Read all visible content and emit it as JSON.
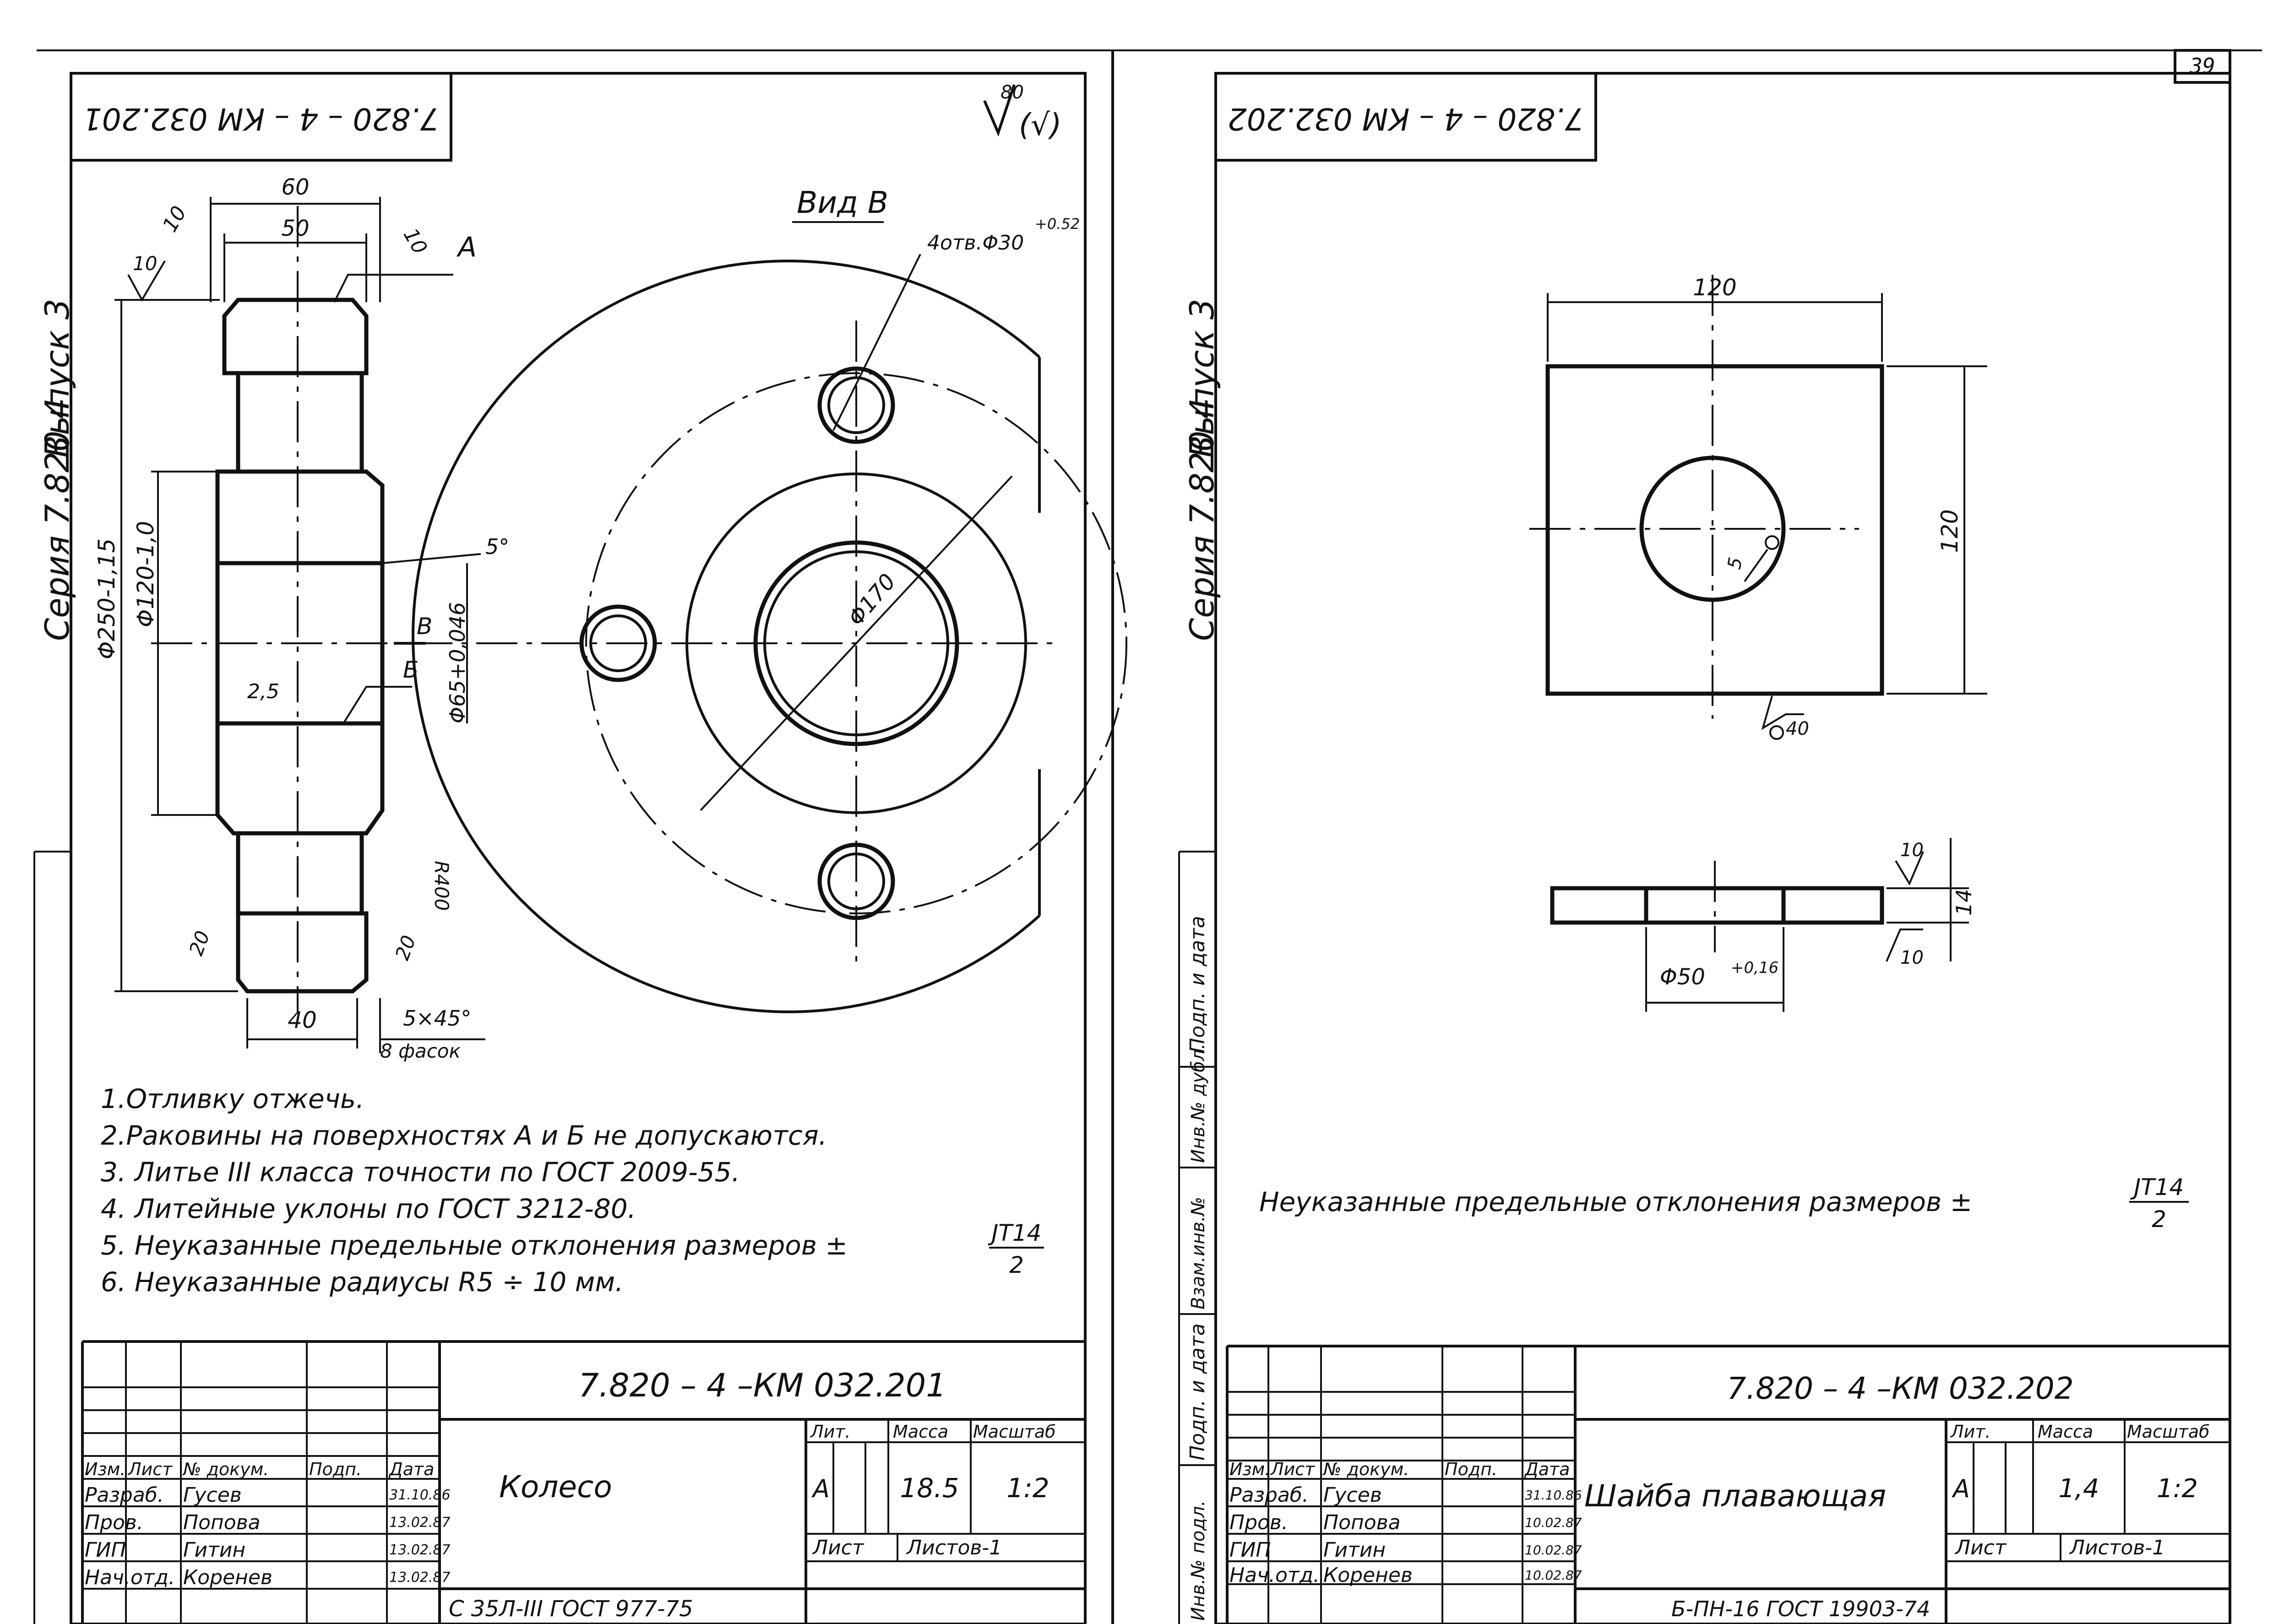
{
  "page_number": "39",
  "left_sheet": {
    "stamp": "7.820 – 4 – КМ 032.201",
    "roughness": "80",
    "roughness_other": "(√)",
    "series_label": "Серия 7.820-4",
    "issue_label": "Выпуск 3",
    "view_label": "Вид В",
    "holes_label": "4отв.Φ30",
    "holes_tol": "+0.52",
    "dims": {
      "d60": "60",
      "d50": "50",
      "r10a": "10",
      "r10b": "10",
      "r10c": "10",
      "lblA": "А",
      "d250": "Φ250-1,15",
      "d120": "Φ120-1,0",
      "ang5": "5°",
      "lblB": "В",
      "lblV": "Б",
      "d65": "Φ65+0,046",
      "r25": "2,5",
      "r20a": "20",
      "r20b": "20",
      "r400": "R400",
      "d40": "40",
      "chamfer": "5×45°",
      "chamfer_note": "8 фасок",
      "d170": "Φ170"
    },
    "notes": [
      "1.Отливку отжечь.",
      "2.Раковины на поверхностях А и Б не допускаются.",
      "3. Литье III класса точности по ГОСТ 2009-55.",
      "4. Литейные уклоны по ГОСТ 3212-80.",
      "5. Неуказанные предельные отклонения размеров ±",
      "6. Неуказанные радиусы R5 ÷ 10 мм."
    ],
    "tol_num": "JT14",
    "tol_den": "2",
    "title_block": {
      "doc_code": "7.820 – 4 –КМ 032.201",
      "part_name": "Колесо",
      "headers": [
        "Изм.",
        "Лист",
        "№ докум.",
        "Подп.",
        "Дата"
      ],
      "rows": [
        {
          "role": "Разраб.",
          "name": "Гусев",
          "date": "31.10.86"
        },
        {
          "role": "Пров.",
          "name": "Попова",
          "date": "13.02.87"
        },
        {
          "role": "ГИП",
          "name": "Гитин",
          "date": "13.02.87"
        },
        {
          "role": "Нач.отд.",
          "name": "Коренев",
          "date": "13.02.87"
        }
      ],
      "lit_label": "Лит.",
      "mass_label": "Масса",
      "scale_label": "Масштаб",
      "lit": "А",
      "mass": "18.5",
      "scale": "1:2",
      "sheet_label": "Лист",
      "sheets_label": "Листов-1",
      "material": "С 35Л-III ГОСТ 977-75"
    }
  },
  "right_sheet": {
    "stamp": "7.820 – 4 – КМ 032.202",
    "series_label": "Серия 7.820-4",
    "issue_label": "Выпуск 3",
    "side_labels": [
      "Подп. и дата",
      "Инв.№ дубл.",
      "Взам.инв.№",
      "Подп. и дата",
      "Инв.№ подл."
    ],
    "dims": {
      "w120": "120",
      "h120": "120",
      "r5": "5",
      "rough40": "40",
      "r10a": "10",
      "r10b": "10",
      "t14": "14",
      "d50": "Φ50",
      "d50_tol": "+0,16"
    },
    "note": "Неуказанные предельные отклонения размеров ±",
    "tol_num": "JT14",
    "tol_den": "2",
    "title_block": {
      "doc_code": "7.820 – 4 –КМ 032.202",
      "part_name": "Шайба плавающая",
      "headers": [
        "Изм.",
        "Лист",
        "№ докум.",
        "Подп.",
        "Дата"
      ],
      "rows": [
        {
          "role": "Разраб.",
          "name": "Гусев",
          "date": "31.10.86"
        },
        {
          "role": "Пров.",
          "name": "Попова",
          "date": "10.02.87"
        },
        {
          "role": "ГИП",
          "name": "Гитин",
          "date": "10.02.87"
        },
        {
          "role": "Нач.отд.",
          "name": "Коренев",
          "date": "10.02.87"
        }
      ],
      "lit_label": "Лит.",
      "mass_label": "Масса",
      "scale_label": "Масштаб",
      "lit": "А",
      "mass": "1,4",
      "scale": "1:2",
      "sheet_label": "Лист",
      "sheets_label": "Листов-1",
      "material": "Б-ПН-16 ГОСТ 19903-74"
    }
  }
}
